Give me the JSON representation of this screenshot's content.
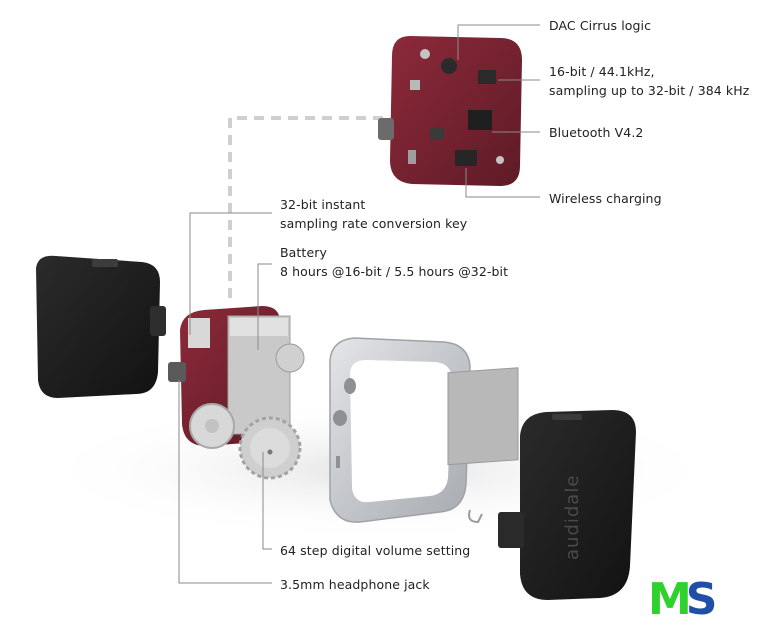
{
  "labels": {
    "dac": "DAC Cirrus logic",
    "sampling_line1": "16-bit / 44.1kHz,",
    "sampling_line2": "sampling up to 32-bit / 384 kHz",
    "bluetooth": "Bluetooth V4.2",
    "wireless": "Wireless charging",
    "key_line1": "32-bit instant",
    "key_line2": "sampling rate conversion key",
    "battery_line1": "Battery",
    "battery_line2": "8 hours @16-bit / 5.5 hours @32-bit",
    "volume": "64 step digital volume setting",
    "jack": "3.5mm headphone jack"
  },
  "brand_text": "audidale",
  "watermark": {
    "m": "M",
    "s": "S"
  },
  "colors": {
    "pcb": "#7a2230",
    "shell": "#1b1b1b",
    "aluminum": "#c9ccd0",
    "leader": "#8a8a8a",
    "watermark_m": "#2fd12f",
    "watermark_s": "#1f4fa6"
  }
}
